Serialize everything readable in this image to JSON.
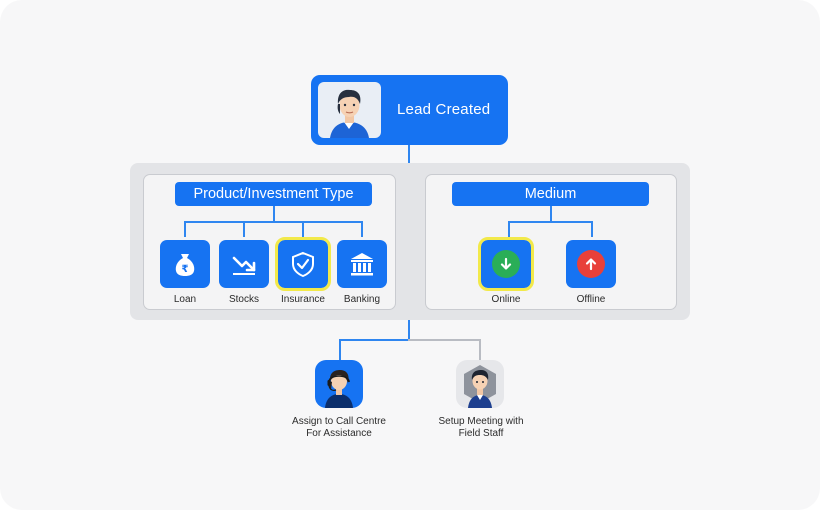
{
  "lead": {
    "title": "Lead Created"
  },
  "product_group": {
    "title": "Product/Investment Type",
    "items": [
      {
        "label": "Loan",
        "icon": "money-bag-rupee-icon",
        "highlighted": false
      },
      {
        "label": "Stocks",
        "icon": "trend-down-arrow-icon",
        "highlighted": false
      },
      {
        "label": "Insurance",
        "icon": "shield-check-icon",
        "highlighted": true
      },
      {
        "label": "Banking",
        "icon": "bank-building-icon",
        "highlighted": false
      }
    ]
  },
  "medium_group": {
    "title": "Medium",
    "items": [
      {
        "label": "Online",
        "icon": "arrow-down-circle-icon",
        "highlighted": true
      },
      {
        "label": "Offline",
        "icon": "arrow-up-circle-icon",
        "highlighted": false
      }
    ]
  },
  "actions": [
    {
      "label_line1": "Assign to Call Centre",
      "label_line2": "For Assistance",
      "icon": "call-centre-agent-icon"
    },
    {
      "label_line1": "Setup Meeting with",
      "label_line2": "Field Staff",
      "icon": "field-staff-icon"
    }
  ],
  "colors": {
    "primary": "#1673f2",
    "highlight": "#f2e94a",
    "online_green": "#2aae57",
    "offline_red": "#e8403a"
  }
}
